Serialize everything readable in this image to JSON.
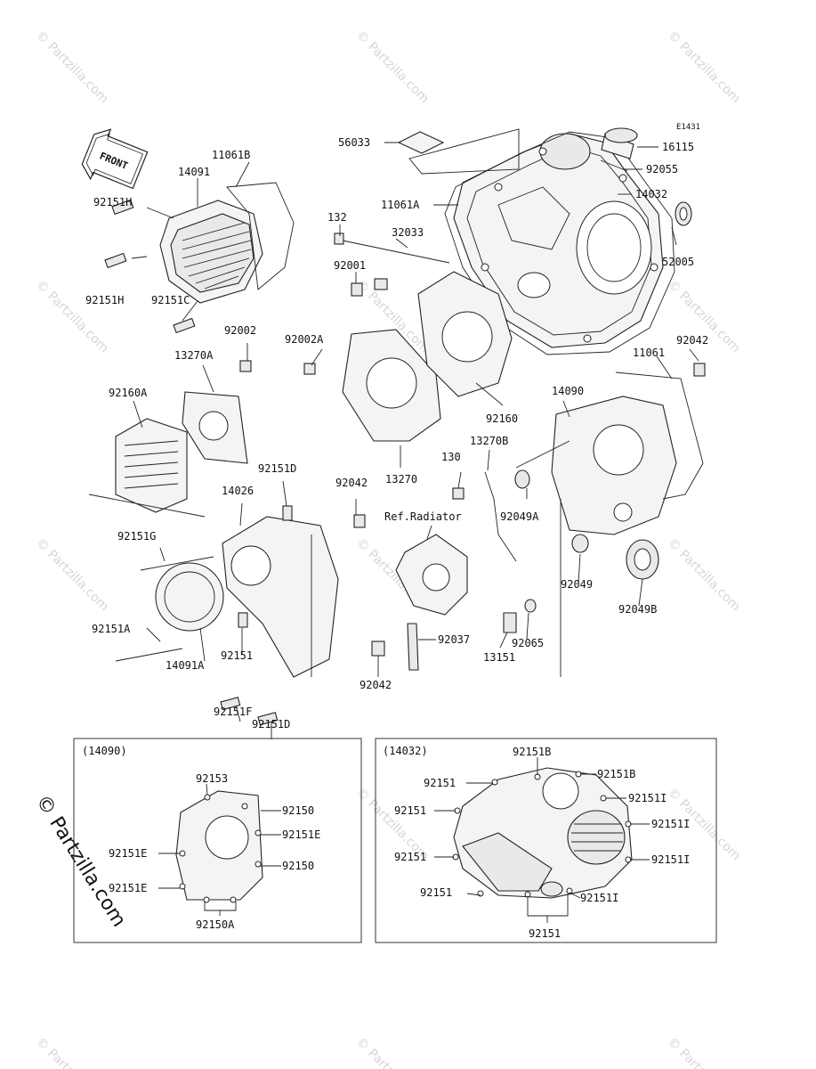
{
  "diagram_code": "E1431",
  "front_label": "FRONT",
  "watermark": "© Partzilla.com",
  "watermark_big": "© Partzilla.com",
  "labels": {
    "p56033": "56033",
    "p16115": "16115",
    "p92055": "92055",
    "p14032": "14032",
    "p11061A": "11061A",
    "p52005": "52005",
    "p132": "132",
    "p32033": "32033",
    "p92001": "92001",
    "p11061B": "11061B",
    "p14091": "14091",
    "p92151H_a": "92151H",
    "p92151H_b": "92151H",
    "p92151C": "92151C",
    "p92002": "92002",
    "p13270A": "13270A",
    "p92160A": "92160A",
    "p92002A": "92002A",
    "p92160": "92160",
    "p13270": "13270",
    "p11061": "11061",
    "p92042_a": "92042",
    "p14090": "14090",
    "p13270B": "13270B",
    "p130": "130",
    "p92049A": "92049A",
    "p92151D_a": "92151D",
    "p14026": "14026",
    "p92042_b": "92042",
    "p92151G": "92151G",
    "p_ref": "Ref.Radiator",
    "p92049": "92049",
    "p92049B": "92049B",
    "p92151A": "92151A",
    "p14091A": "14091A",
    "p92151_a": "92151",
    "p92037": "92037",
    "p92065": "92065",
    "p13151": "13151",
    "p92042_c": "92042",
    "p92151F": "92151F",
    "p92151D_b": "92151D"
  },
  "inset_left": {
    "title": "(14090)",
    "labels": {
      "a": "92153",
      "b": "92150",
      "c": "92151E",
      "d": "92151E",
      "e": "92150",
      "f": "92151E",
      "g": "92150A"
    }
  },
  "inset_right": {
    "title": "(14032)",
    "labels": {
      "a": "92151B",
      "b": "92151B",
      "c": "92151",
      "d": "92151I",
      "e": "92151",
      "f": "92151I",
      "g": "92151",
      "h": "92151I",
      "i": "92151",
      "j": "92151I",
      "k": "92151"
    }
  }
}
